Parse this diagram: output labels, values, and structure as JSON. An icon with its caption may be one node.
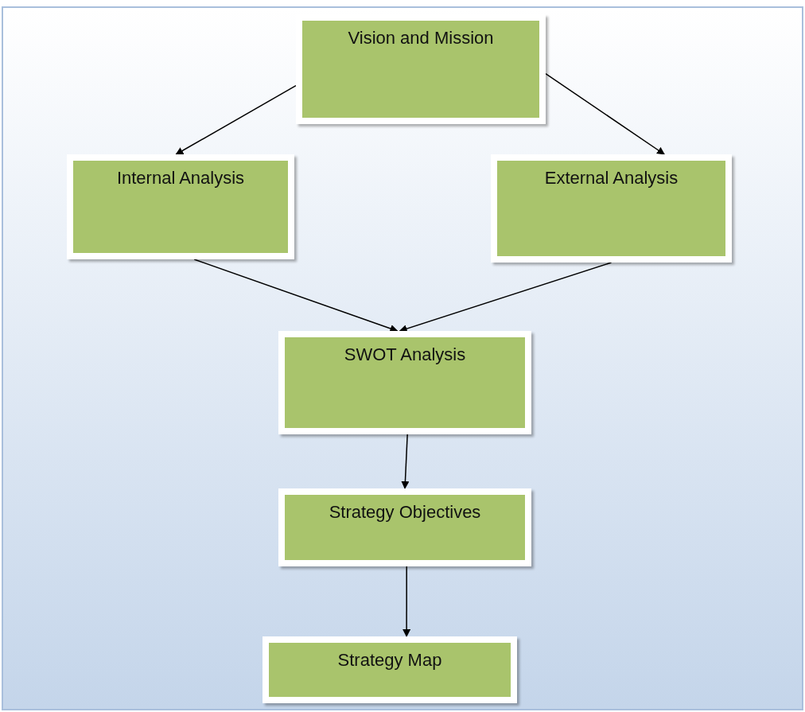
{
  "diagram": {
    "nodes": [
      {
        "text": [
          "Vision and Mission"
        ]
      },
      {
        "text": [
          "Internal Analysis"
        ]
      },
      {
        "text": [
          "External Analysis"
        ]
      },
      {
        "text": [
          "SWOT Analysis"
        ]
      },
      {
        "text": [
          "Strategy Objectives"
        ]
      },
      {
        "text": [
          "Strategy Map"
        ]
      }
    ],
    "edges": [
      {
        "from": 0,
        "to": 1,
        "arrow": "to"
      },
      {
        "from": 0,
        "to": 2,
        "arrow": "to"
      },
      {
        "from": 1,
        "to": 3,
        "arrow": "to"
      },
      {
        "from": 2,
        "to": 3,
        "arrow": "to"
      },
      {
        "from": 3,
        "to": 4,
        "arrow": "to"
      },
      {
        "from": 4,
        "to": 5,
        "arrow": "to"
      }
    ]
  }
}
